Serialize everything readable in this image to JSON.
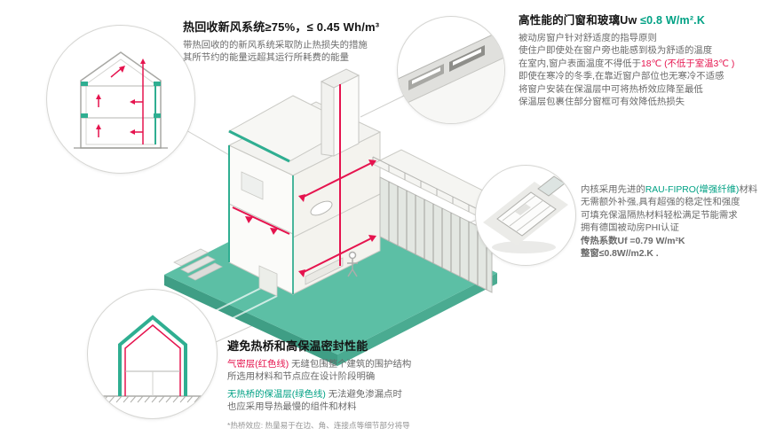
{
  "colors": {
    "green": "#00a184",
    "red": "#e5134e",
    "teal": "#57bda3",
    "text_gray": "#6a6a6a",
    "title_black": "#141414"
  },
  "hrv": {
    "title": "热回收新风系统≥75%，≤ 0.45 Wh/m³",
    "line1": "带热回收的的新风系统采取防止热损失的措施",
    "line2": "其所节约的能量远超其运行所耗费的能量"
  },
  "windows": {
    "title_prefix": "高性能的门窗和玻璃Uw ",
    "title_value": "≤0.8 W/m².K",
    "line1": "被动房窗户针对舒适度的指导原则",
    "line2": "使住户即使处在窗户旁也能感到极为舒适的温度",
    "line3_prefix": "在室内,窗户表面温度不得低于",
    "line3_red": "18℃ (不低于室温3℃ )",
    "line4": "即使在寒冷的冬季,在靠近窗户部位也无寒冷不适感",
    "line5": "将窗户安装在保温层中可将热桥效应降至最低",
    "line6": "保温层包裹住部分窗框可有效降低热损失"
  },
  "profile": {
    "line1_prefix": "内核采用先进的",
    "line1_green": "RAU-FIPRO(增强纤维)",
    "line1_suffix": "材料",
    "line2": "无需额外补强,具有超强的稳定性和强度",
    "line3": "可填充保温隔热材料轻松满足节能需求",
    "line4": "拥有德国被动房PHI认证",
    "line5": "传热系数Uf =0.79 W/m²K",
    "line6": "整窗≤0.8W//m2.K ."
  },
  "thermal": {
    "title": "避免热桥和高保温密封性能",
    "p1_red": "气密层(红色线)",
    "p1_rest": " 无缝包围整个建筑的围护结构",
    "p1_line2": "所选用材料和节点应在设计阶段明确",
    "p2_green": "无热桥的保温层(绿色线)",
    "p2_rest": " 无法避免渗漏点时",
    "p2_line2": "也应采用导热最慢的组件和材料",
    "footnote": "*热桥效应: 热量易于在边、角、连接点等细节部分将导"
  }
}
